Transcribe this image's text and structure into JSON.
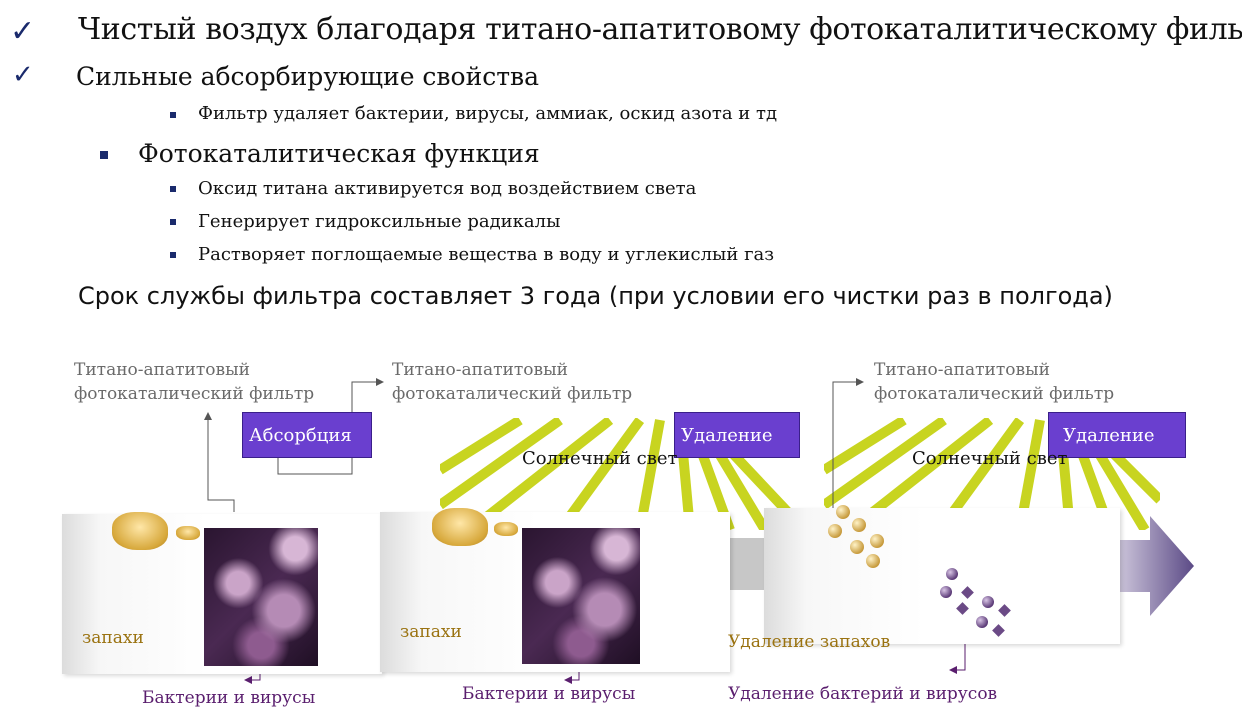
{
  "header": {
    "line1": "Чистый воздух благодаря титано-апатитовому фотокаталитическому фильтру",
    "line2": "Сильные абсорбирующие свойства",
    "line2_sub": "Фильтр удаляет бактерии, вирусы, аммиак, оскид азота и тд",
    "line3": "Фотокаталитическая функция",
    "line3_subs": [
      "Оксид титана активируется вод воздействием света",
      "Генерирует гидроксильные радикалы",
      "Растворяет поглощаемые вещества в воду и углекислый газ"
    ],
    "line4": "Срок службы фильтра составляет 3 года (при условии его чистки раз в полгода)"
  },
  "diagram": {
    "filter_label_line1": "Титано-апатитовый",
    "filter_label_line2": "фотокаталический фильтр",
    "box_absorption": "Абсорбция",
    "box_removal": "Удаление",
    "sunlight": "Солнечный свет",
    "odors": "запахи",
    "bacteria_viruses": "Бактерии и вирусы",
    "odor_removal": "Удаление запахов",
    "bacteria_removal": "Удаление бактерий и вирусов"
  },
  "colors": {
    "accent_blue": "#1a2a6c",
    "box_purple": "#6a3fcf",
    "sun_ray": "#c8d420",
    "gold_label": "#9a7210",
    "violet_label": "#5a1e6e"
  }
}
